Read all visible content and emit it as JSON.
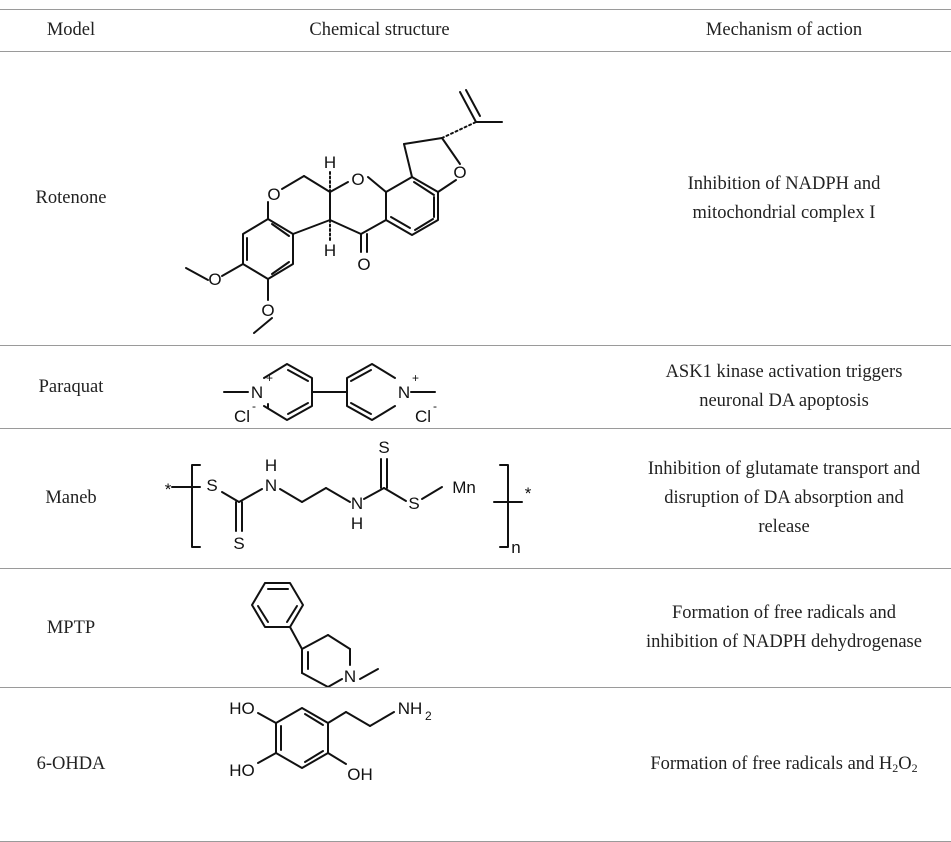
{
  "header": {
    "model": "Model",
    "structure": "Chemical structure",
    "mechanism": "Mechanism of action"
  },
  "rows": [
    {
      "model": "Rotenone",
      "mechanism_l1": "Inhibition of NADPH and",
      "mechanism_l2": "mitochondrial complex I",
      "atoms": {
        "O": "O",
        "H": "H"
      }
    },
    {
      "model": "Paraquat",
      "mechanism_l1": "ASK1 kinase activation triggers",
      "mechanism_l2": "neuronal DA apoptosis",
      "atoms": {
        "N": "N",
        "plus": "+",
        "Cl": "Cl",
        "minus": "-"
      }
    },
    {
      "model": "Maneb",
      "mechanism_l1": "Inhibition of glutamate transport and",
      "mechanism_l2": "disruption of DA absorption and",
      "mechanism_l3": "release",
      "atoms": {
        "S": "S",
        "N": "N",
        "H": "H",
        "Mn": "Mn",
        "n": "n",
        "star": "*"
      }
    },
    {
      "model": "MPTP",
      "mechanism_l1": "Formation of free radicals and",
      "mechanism_l2": "inhibition of NADPH dehydrogenase",
      "atoms": {
        "N": "N"
      }
    },
    {
      "model": "6-OHDA",
      "mechanism_pre": "Formation of free radicals and H",
      "mechanism_sub1": "2",
      "mechanism_mid": "O",
      "mechanism_sub2": "2",
      "atoms": {
        "HO": "HO",
        "OH": "OH",
        "NH": "NH",
        "sub2": "2"
      }
    }
  ]
}
